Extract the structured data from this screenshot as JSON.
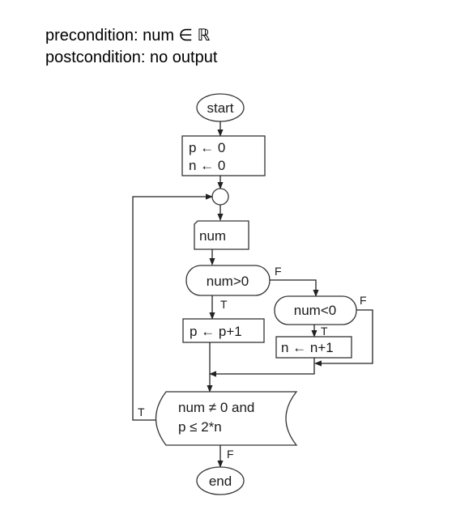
{
  "conditions": {
    "precondition": "precondition: num ∈ ℝ",
    "postcondition": "postcondition: no output"
  },
  "flowchart": {
    "start": "start",
    "init_p": "p ← 0",
    "init_n": "n ← 0",
    "input": "num",
    "decision1": "num>0",
    "decision1_true": "T",
    "decision1_false": "F",
    "assign_p": "p ← p+1",
    "decision2": "num<0",
    "decision2_true": "T",
    "decision2_false": "F",
    "assign_n": "n ← n+1",
    "loop_condition_line1": "num ≠ 0 and",
    "loop_condition_line2": "p ≤ 2*n",
    "loop_true": "T",
    "loop_false": "F",
    "end": "end"
  }
}
